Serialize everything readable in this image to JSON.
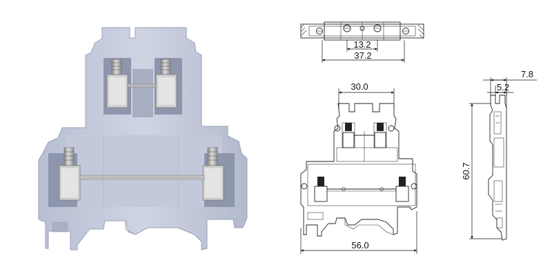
{
  "colors": {
    "housing": "#c9cede",
    "housing_shade": "#aeb5c8",
    "housing_dark": "#8e96ad",
    "metal": "#b9b9b9",
    "metal_dark": "#7b7b7b",
    "line": "#222222",
    "background": "#ffffff"
  },
  "photo": {
    "subject": "terminal-block-photo"
  },
  "top_view": {
    "dim_inner": "13.2",
    "dim_outer": "37.2"
  },
  "front_view": {
    "dim_top_width": "30.0",
    "dim_bottom_width": "56.0"
  },
  "side_view": {
    "dim_depth_outer": "7.8",
    "dim_depth_inner": "5.2",
    "dim_height": "60.7"
  }
}
